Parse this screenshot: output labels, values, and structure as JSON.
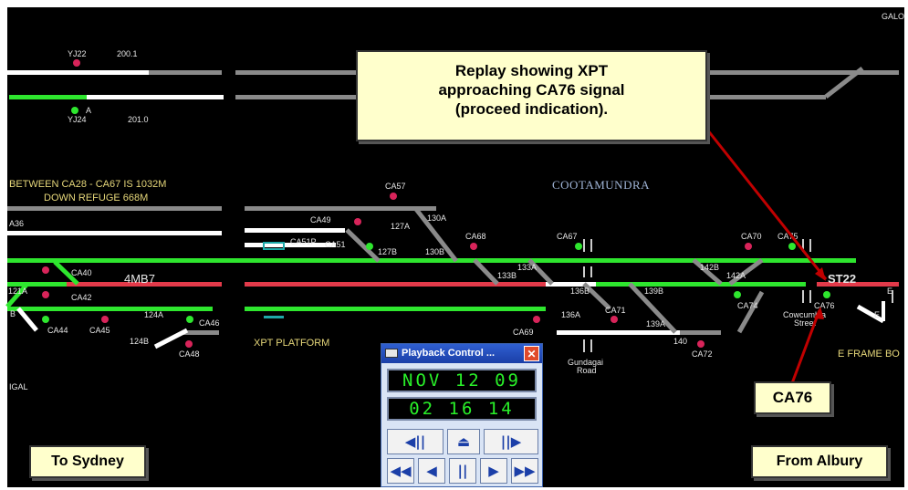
{
  "window": {
    "top_right_label": "GALO"
  },
  "annotations": {
    "replay_line1": "Replay showing XPT",
    "replay_line2": "approaching CA76 signal",
    "replay_line3": "(proceed indication).",
    "ca76": "CA76",
    "to_sydney": "To Sydney",
    "from_albury": "From Albury"
  },
  "diagram": {
    "notice_line1": "BETWEEN CA28 - CA67 IS 1032M",
    "notice_line2": "DOWN REFUGE 668M",
    "station_name": "COOTAMUNDRA",
    "platform_label": "XPT PLATFORM",
    "frame_label": "E FRAME BO",
    "left_label": "IGAL",
    "train_4mb7": "4MB7",
    "train_st22": "ST22",
    "gundagai_line1": "Gundagai",
    "gundagai_line2": "Road",
    "cowcumbla_line1": "Cowcumbla",
    "cowcumbla_line2": "Street",
    "signals": {
      "yj22": "YJ22",
      "s2001": "200.1",
      "yj24": "YJ24",
      "s2010": "201.0",
      "a_tag": "A",
      "a36": "A36",
      "ca57": "CA57",
      "ca49": "CA49",
      "p127a": "127A",
      "p130a": "130A",
      "ca51p": "CA51P",
      "ca51": "CA51",
      "p127b": "127B",
      "p130b": "130B",
      "ca68": "CA68",
      "ca67": "CA67",
      "p133a": "133A",
      "p133b": "133B",
      "p136b": "136B",
      "p136a": "136A",
      "ca69": "CA69",
      "ca71": "CA71",
      "p139b": "139B",
      "p139a": "139A",
      "p140": "140",
      "ca72": "CA72",
      "ca70": "CA70",
      "ca75": "CA75",
      "p142b": "142B",
      "p142a": "142A",
      "ca74": "CA74",
      "ca76": "CA76",
      "ca40": "CA40",
      "ca42": "CA42",
      "ca44": "CA44",
      "ca45": "CA45",
      "p124a": "124A",
      "ca46": "CA46",
      "p124b": "124B",
      "ca48": "CA48",
      "p121a": "121A",
      "b_tag": "B",
      "e_tag": "E",
      "e_tag2": "E"
    }
  },
  "playback": {
    "title": "Playback Control ...",
    "date": "NOV 12 09",
    "time": "02 16 14",
    "buttons": [
      "◀||",
      "⏏",
      "||▶",
      "◀◀",
      "◀",
      "||",
      "▶",
      "▶▶"
    ]
  },
  "colors": {
    "track_green": "#2ee62e",
    "track_red": "#e23a4a",
    "track_white": "#ffffff",
    "track_grey": "#8a8a8a",
    "signal_red": "#d8245a",
    "background": "#000000"
  }
}
